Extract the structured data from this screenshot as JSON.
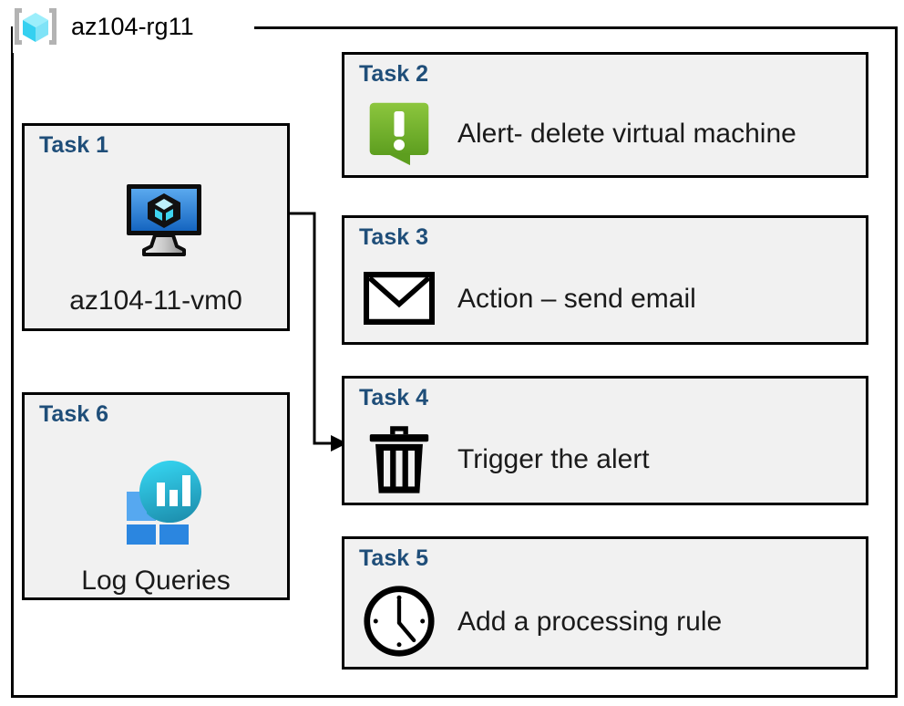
{
  "resource_group": {
    "name": "az104-rg11",
    "icon": "azure-resource-group-icon"
  },
  "cards": {
    "task1": {
      "title": "Task 1",
      "label": "az104-11-vm0",
      "icon": "virtual-machine-icon"
    },
    "task2": {
      "title": "Task 2",
      "label": "Alert- delete virtual machine",
      "icon": "alert-exclamation-icon"
    },
    "task3": {
      "title": "Task 3",
      "label": "Action – send email",
      "icon": "envelope-icon"
    },
    "task4": {
      "title": "Task 4",
      "label": "Trigger the alert",
      "icon": "trash-can-icon"
    },
    "task5": {
      "title": "Task 5",
      "label": "Add a processing rule",
      "icon": "clock-icon"
    },
    "task6": {
      "title": "Task 6",
      "label": "Log Queries",
      "icon": "log-analytics-icon"
    }
  },
  "connectors": [
    {
      "name": "vm-to-task4",
      "from": "task1",
      "to": "task4",
      "arrow": "arrowhead-right"
    }
  ],
  "colors": {
    "task_title": "#1f4e79",
    "card_background": "#f1f1f1",
    "card_border": "#000000",
    "frame_border": "#000000",
    "page_background": "#ffffff",
    "alert_green": "#76b82a",
    "vm_blue": "#2e86de",
    "log_analytics_cyan": "#32cfe8",
    "log_analytics_blue": "#2f8de4",
    "rg_icon_cyan": "#7ae1f5",
    "rg_icon_gray": "#b0b0b0"
  }
}
